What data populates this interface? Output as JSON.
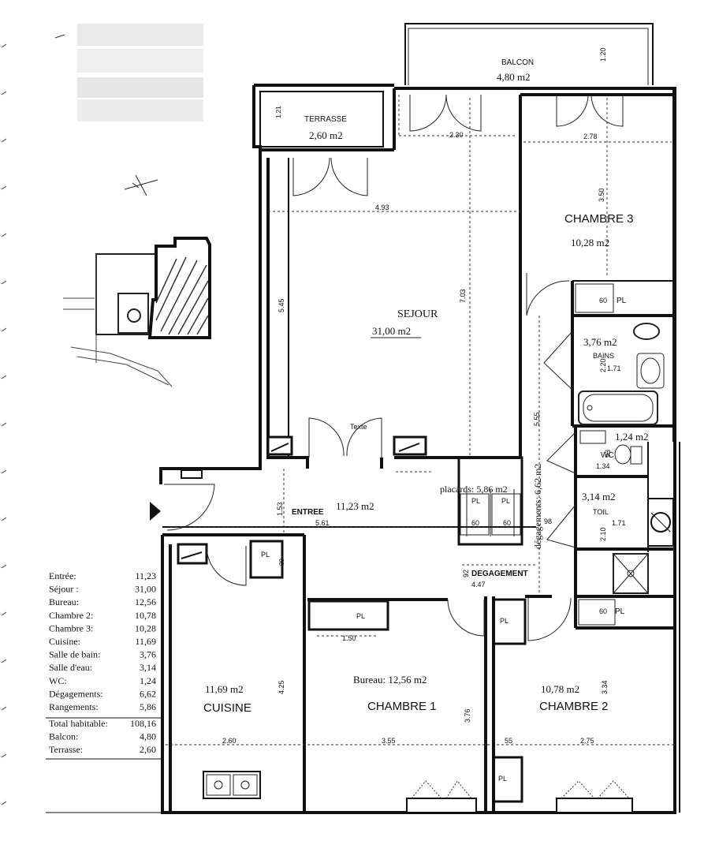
{
  "rooms": {
    "balcon": {
      "name": "BALCON",
      "area": "4,80 m2",
      "dim": "1.20"
    },
    "terrasse": {
      "name": "TERRASSE",
      "area": "2,60 m2",
      "dim": "1.21"
    },
    "sejour": {
      "name": "SEJOUR",
      "area": "31,00 m2",
      "dim_w": "4.93",
      "dim_h": "5.45",
      "dim_h2": "7.03"
    },
    "chambre3": {
      "name": "CHAMBRE 3",
      "area": "10,28 m2",
      "dim_w": "2.78",
      "dim_h": "3.50"
    },
    "bains": {
      "name": "BAINS",
      "area": "3,76 m2",
      "dim_w": "1.71",
      "dim_h": "2.20"
    },
    "wc": {
      "name": "WC",
      "area": "1,24 m2",
      "dim_w": "1.34",
      "dim_h": "93"
    },
    "toil": {
      "name": "TOIL",
      "area": "3,14 m2",
      "dim_w": "1.71",
      "dim_h": "2.10"
    },
    "entree": {
      "name": "ENTREE",
      "area": "11,23 m2",
      "dim_w": "5.61",
      "dim_h": "1.53"
    },
    "placards": {
      "label": "placards: 5,86 m2",
      "pl1": "PL",
      "pl2": "PL",
      "d1": "60",
      "d2": "60"
    },
    "degagements": {
      "label": "dégagements: 6,62 m2",
      "dim": "5.55",
      "dim2": "98"
    },
    "degagement": {
      "name": "DEGAGEMENT",
      "dim": "4.47",
      "dim2": "92"
    },
    "cuisine": {
      "name": "CUISINE",
      "area": "11,69 m2",
      "dim_w": "2.60",
      "dim_h": "4.25"
    },
    "chambre1": {
      "name": "CHAMBRE 1",
      "area": "Bureau: 12,56 m2",
      "dim_w": "3.55",
      "dim_h": "3.76",
      "dim_pl": "1.50"
    },
    "chambre2": {
      "name": "CHAMBRE  2",
      "area": "10,78 m2",
      "dim_w": "2.75",
      "dim_h": "3.34",
      "dim_w2": "55"
    }
  },
  "misc": {
    "texte": "Texte",
    "dim_230": "2.30",
    "pl": "PL",
    "sixty": "60"
  },
  "legend": [
    {
      "label": "Entrée:",
      "value": "11,23"
    },
    {
      "label": "Séjour :",
      "value": "31,00"
    },
    {
      "label": "Bureau:",
      "value": "12,56"
    },
    {
      "label": "Chambre 2:",
      "value": "10,78"
    },
    {
      "label": "Chambre 3:",
      "value": "10,28"
    },
    {
      "label": "Cuisine:",
      "value": "11,69"
    },
    {
      "label": "Salle de bain:",
      "value": "3,76"
    },
    {
      "label": "Salle d'eau:",
      "value": "3,14"
    },
    {
      "label": "WC:",
      "value": "1,24"
    },
    {
      "label": "Dégagements:",
      "value": "6,62"
    },
    {
      "label": "Rangements:",
      "value": "5,86"
    }
  ],
  "totals": [
    {
      "label": "Total habitable:",
      "value": "108,16"
    },
    {
      "label": "Balcon:",
      "value": "4,80"
    },
    {
      "label": "Terrasse:",
      "value": "2,60"
    }
  ]
}
